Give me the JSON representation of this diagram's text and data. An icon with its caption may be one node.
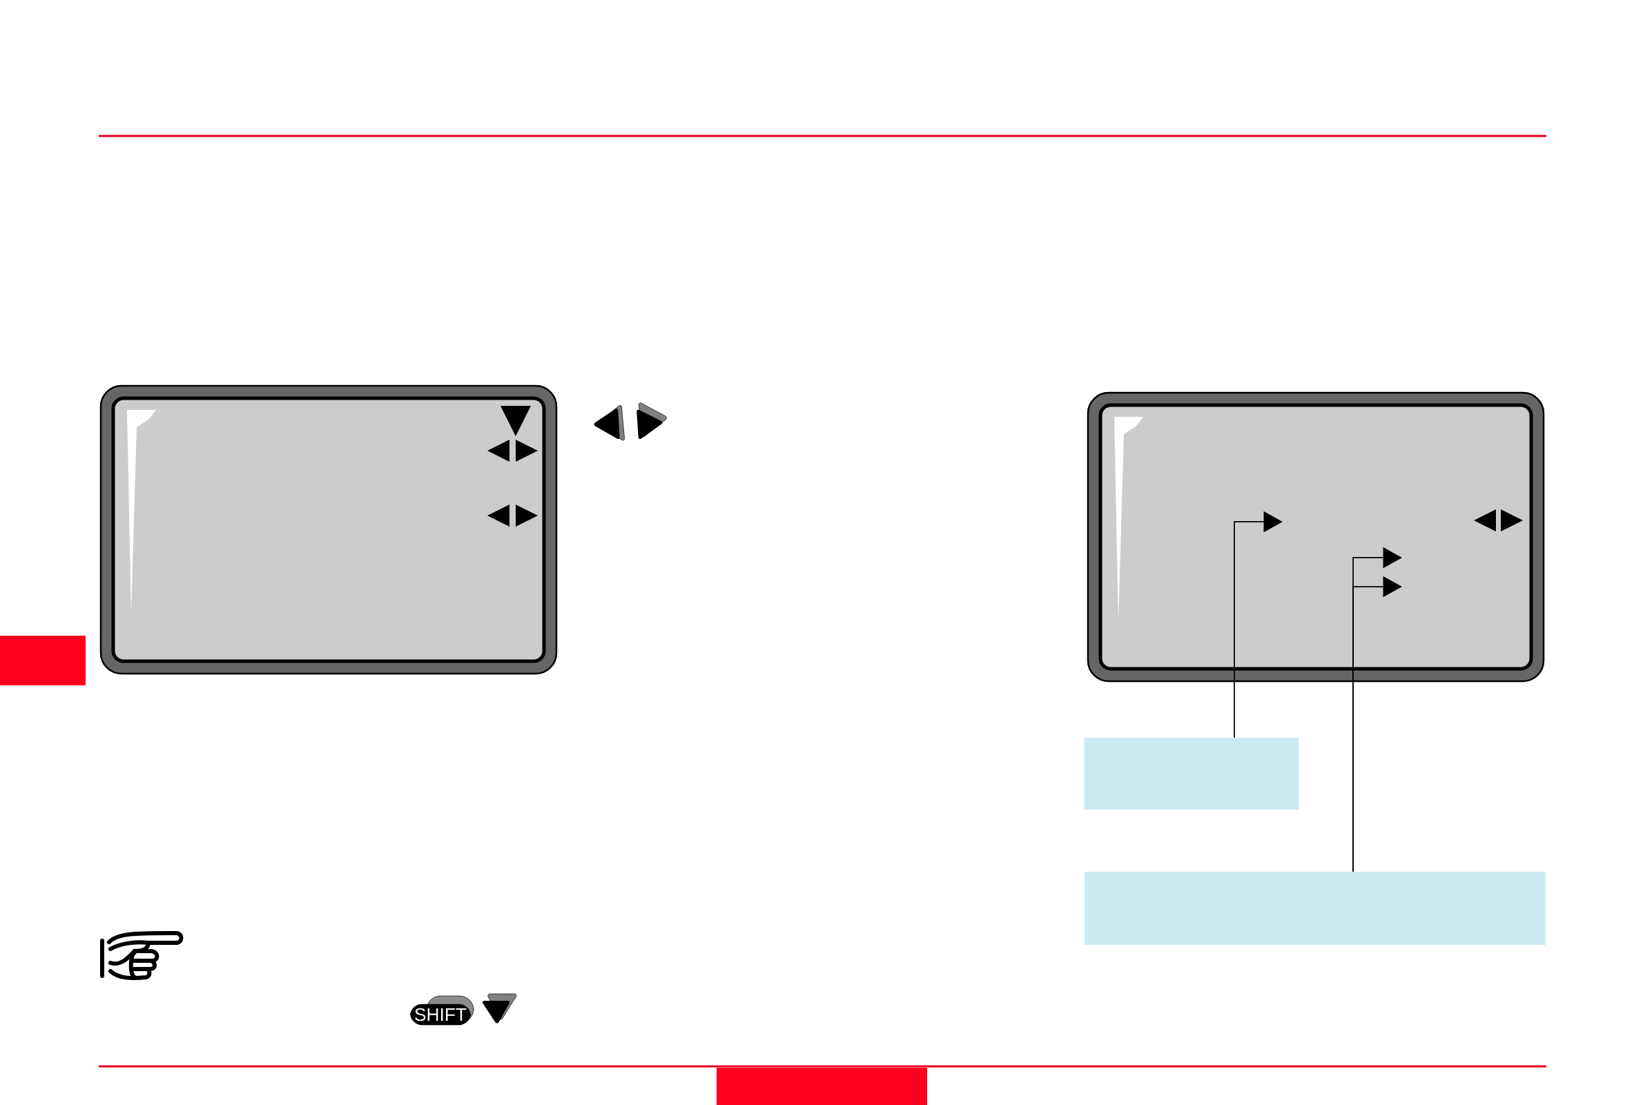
{
  "diagram": {
    "nodes": [
      {
        "text": [],
        "shape": "box"
      },
      {
        "text": [],
        "shape": "box"
      }
    ],
    "edges": [
      {
        "from": 0,
        "to": null,
        "arrow": "to"
      },
      {
        "from": 1,
        "to": null,
        "arrow": "to"
      },
      {
        "from": 1,
        "to": null,
        "arrow": "to"
      }
    ],
    "labels": [
      "SHIFT"
    ]
  }
}
